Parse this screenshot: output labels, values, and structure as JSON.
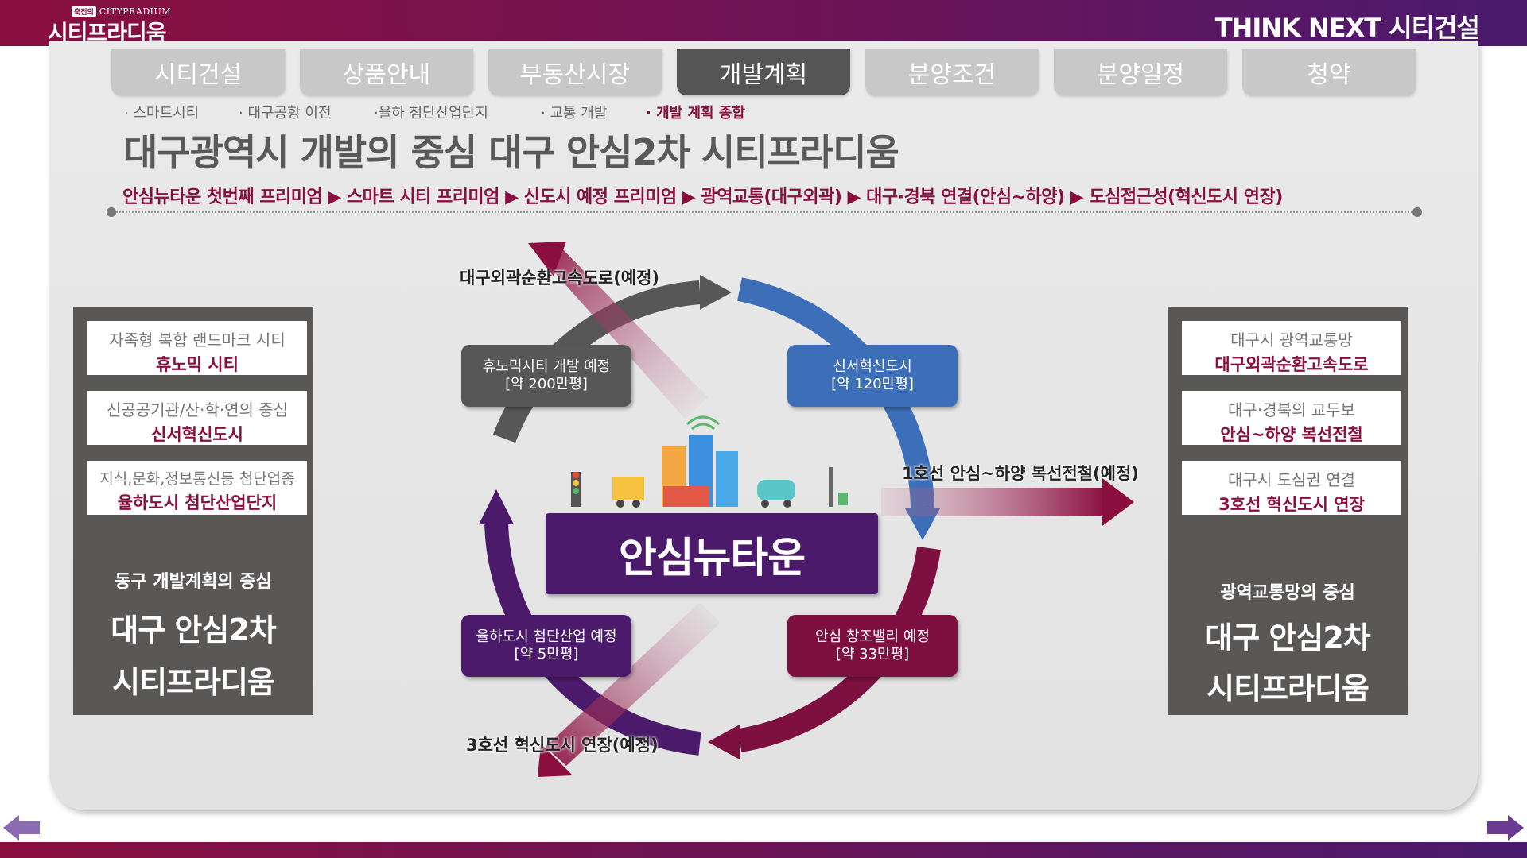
{
  "brand": {
    "badge": "축전의",
    "sub": "CITYPRADIUM",
    "name": "시티프라디움",
    "slogan": "THINK NEXT 시티건설"
  },
  "tabs": [
    {
      "label": "시티건설",
      "active": false
    },
    {
      "label": "상품안내",
      "active": false
    },
    {
      "label": "부동산시장",
      "active": false
    },
    {
      "label": "개발계획",
      "active": true
    },
    {
      "label": "분양조건",
      "active": false
    },
    {
      "label": "분양일정",
      "active": false
    },
    {
      "label": "청약",
      "active": false
    }
  ],
  "subnav": [
    {
      "label": "· 스마트시티",
      "active": false
    },
    {
      "label": "· 대구공항 이전",
      "active": false
    },
    {
      "label": "·율하 첨단산업단지",
      "active": false
    },
    {
      "label": "· 교통 개발",
      "active": false
    },
    {
      "label": "· 개발 계획 종합",
      "active": true
    }
  ],
  "headline": "대구광역시 개발의 중심 대구 안심2차 시티프라디움",
  "premiums": "안심뉴타운 첫번째 프리미엄 ▶ 스마트 시티 프리미엄 ▶ 신도시 예정 프리미엄 ▶ 광역교통(대구외곽) ▶ 대구·경북 연결(안심~하양) ▶ 도심접근성(혁신도시 연장)",
  "left_box": {
    "cards": [
      {
        "line1": "자족형 복합 랜드마크 시티",
        "line2": "휴노믹 시티"
      },
      {
        "line1": "신공공기관/산·학·연의 중심",
        "line2": "신서혁신도시"
      },
      {
        "line1": "지식,문화,정보통신등 첨단업종",
        "line2": "율하도시 첨단산업단지"
      }
    ],
    "caption": "동구 개발계획의 중심",
    "big1": "대구 안심2차",
    "big2": "시티프라디움"
  },
  "right_box": {
    "cards": [
      {
        "line1": "대구시 광역교통망",
        "line2": "대구외곽순환고속도로"
      },
      {
        "line1": "대구·경북의 교두보",
        "line2": "안심~하양 복선전철"
      },
      {
        "line1": "대구시 도심권 연결",
        "line2": "3호선 혁신도시 연장"
      }
    ],
    "caption": "광역교통망의 중심",
    "big1": "대구 안심2차",
    "big2": "시티프라디움"
  },
  "diagram": {
    "center": "안심뉴타운",
    "nodes": [
      {
        "name": "휴노믹시티 개발 예정",
        "size": "[약 200만평]",
        "color": "#575757"
      },
      {
        "name": "신서혁신도시",
        "size": "[약 120만평]",
        "color": "#3d6fb8"
      },
      {
        "name": "율하도시 첨단산업 예정",
        "size": "[약 5만평]",
        "color": "#4b1a6b"
      },
      {
        "name": "안심 창조밸리 예정",
        "size": "[약 33만평]",
        "color": "#7d1040"
      }
    ],
    "routes": {
      "top": "대구외곽순환고속도로(예정)",
      "right": "1호선 안심~하양 복선전철(예정)",
      "bottom": "3호선 혁신도시 연장(예정)"
    }
  },
  "colors": {
    "brand": "#8a0f3f",
    "purple": "#4b1a6b",
    "blue": "#3d6fb8",
    "gray": "#575757"
  }
}
